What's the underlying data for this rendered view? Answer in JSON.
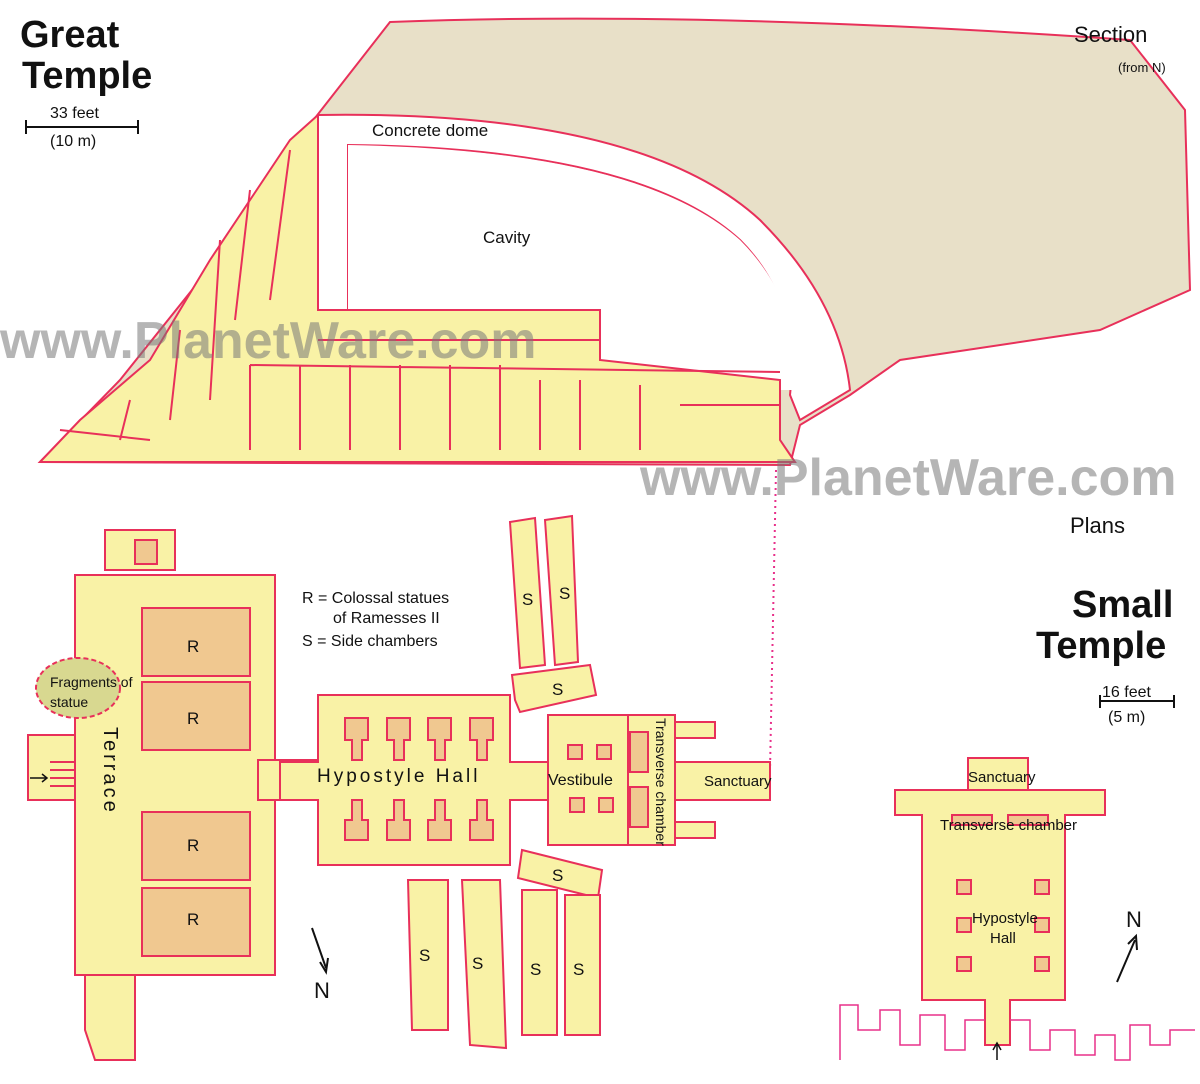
{
  "great_temple": {
    "title_line1": "Great",
    "title_line2": "Temple",
    "scale_feet": "33 feet",
    "scale_m": "(10 m)"
  },
  "section": {
    "title": "Section",
    "subtitle": "(from N)",
    "concrete_dome": "Concrete dome",
    "cavity": "Cavity"
  },
  "plans": {
    "title": "Plans",
    "legend": {
      "r_line1": "R = Colossal statues",
      "r_line2": "of Ramesses II",
      "s_line": "S = Side chambers"
    },
    "statue_label": "R",
    "side_chamber_label": "S",
    "fragments_line1": "Fragments of",
    "fragments_line2": "statue",
    "terrace": "Terrace",
    "hypostyle_hall": "Hypostyle Hall",
    "vestibule": "Vestibule",
    "transverse_chamber": "Transverse chamber",
    "sanctuary": "Sanctuary",
    "north": "N"
  },
  "small_temple": {
    "title_line1": "Small",
    "title_line2": "Temple",
    "scale_feet": "16 feet",
    "scale_m": "(5 m)",
    "sanctuary": "Sanctuary",
    "transverse_chamber": "Transverse chamber",
    "hypostyle_line1": "Hypostyle",
    "hypostyle_line2": "Hall",
    "north": "N"
  },
  "watermark": "www.PlanetWare.com",
  "colors": {
    "outline": "#e8305a",
    "chamber_fill": "#f9f2a6",
    "statue_fill": "#f0c890",
    "rock_fill": "#e8e0c8"
  }
}
